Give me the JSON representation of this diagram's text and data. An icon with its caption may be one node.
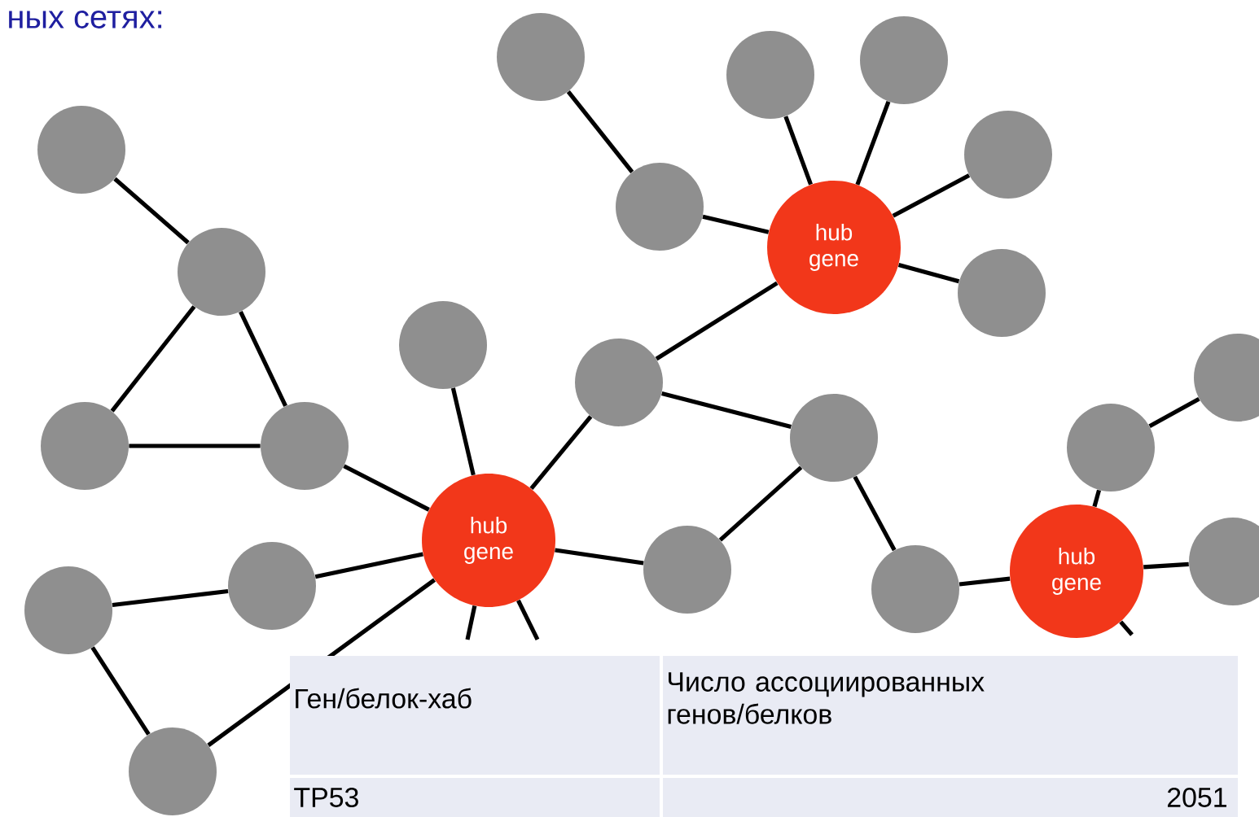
{
  "diagram": {
    "title": "ных сетях:",
    "nodes": [
      {
        "text": [],
        "shape": "circle"
      },
      {
        "text": [],
        "shape": "circle"
      },
      {
        "text": [],
        "shape": "circle"
      },
      {
        "text": [],
        "shape": "circle"
      },
      {
        "text": [],
        "shape": "circle"
      },
      {
        "text": [],
        "shape": "circle"
      },
      {
        "text": [
          "hub gene"
        ]
      },
      {
        "text": [],
        "shape": "circle"
      },
      {
        "text": [],
        "shape": "circle"
      },
      {
        "text": [],
        "shape": "circle"
      },
      {
        "text": [],
        "shape": "circle"
      },
      {
        "text": [],
        "shape": "circle"
      },
      {
        "text": [],
        "shape": "circle"
      },
      {
        "text": [],
        "shape": "circle"
      },
      {
        "text": [],
        "shape": "circle"
      },
      {
        "text": [],
        "shape": "circle"
      },
      {
        "text": [
          "hub gene"
        ]
      },
      {
        "text": [],
        "shape": "circle"
      },
      {
        "text": [],
        "shape": "circle"
      },
      {
        "text": [
          "hub gene"
        ]
      },
      {
        "text": [],
        "shape": "circle"
      },
      {
        "text": [],
        "shape": "circle"
      },
      {
        "text": [],
        "shape": "circle"
      },
      {
        "text": [],
        "shape": "circle"
      }
    ],
    "edges": [
      {
        "from": 0,
        "to": 5,
        "arrow": "none"
      },
      {
        "from": 5,
        "to": 6,
        "arrow": "none"
      },
      {
        "from": 2,
        "to": 6,
        "arrow": "none"
      },
      {
        "from": 1,
        "to": 6,
        "arrow": "none"
      },
      {
        "from": 4,
        "to": 6,
        "arrow": "none"
      },
      {
        "from": 8,
        "to": 6,
        "arrow": "none"
      },
      {
        "from": 6,
        "to": 11,
        "arrow": "none"
      },
      {
        "from": 3,
        "to": 7,
        "arrow": "none"
      },
      {
        "from": 7,
        "to": 13,
        "arrow": "none"
      },
      {
        "from": 7,
        "to": 14,
        "arrow": "none"
      },
      {
        "from": 13,
        "to": 14,
        "arrow": "none"
      },
      {
        "from": 9,
        "to": 16,
        "arrow": "none"
      },
      {
        "from": 14,
        "to": 16,
        "arrow": "none"
      },
      {
        "from": 11,
        "to": 16,
        "arrow": "none"
      },
      {
        "from": 11,
        "to": 12,
        "arrow": "none"
      },
      {
        "from": 12,
        "to": 18,
        "arrow": "none"
      },
      {
        "from": 18,
        "to": 16,
        "arrow": "none"
      },
      {
        "from": 12,
        "to": 21,
        "arrow": "none"
      },
      {
        "from": 21,
        "to": 19,
        "arrow": "none"
      },
      {
        "from": 19,
        "to": 15,
        "arrow": "none"
      },
      {
        "from": 15,
        "to": 10,
        "arrow": "none"
      },
      {
        "from": 19,
        "to": 17,
        "arrow": "none"
      },
      {
        "from": 16,
        "to": 20,
        "arrow": "none"
      },
      {
        "from": 20,
        "to": 22,
        "arrow": "none"
      },
      {
        "from": 22,
        "to": 23,
        "arrow": "none"
      },
      {
        "from": 23,
        "to": 16,
        "arrow": "none"
      },
      {
        "from": 16,
        "to": null,
        "arrow": "none"
      },
      {
        "from": 16,
        "to": null,
        "arrow": "none"
      },
      {
        "from": 19,
        "to": null,
        "arrow": "none"
      }
    ],
    "labels": [
      "Ген/белок-хаб",
      "Число ассоциированных генов/белков",
      "TP53",
      "2051"
    ]
  }
}
